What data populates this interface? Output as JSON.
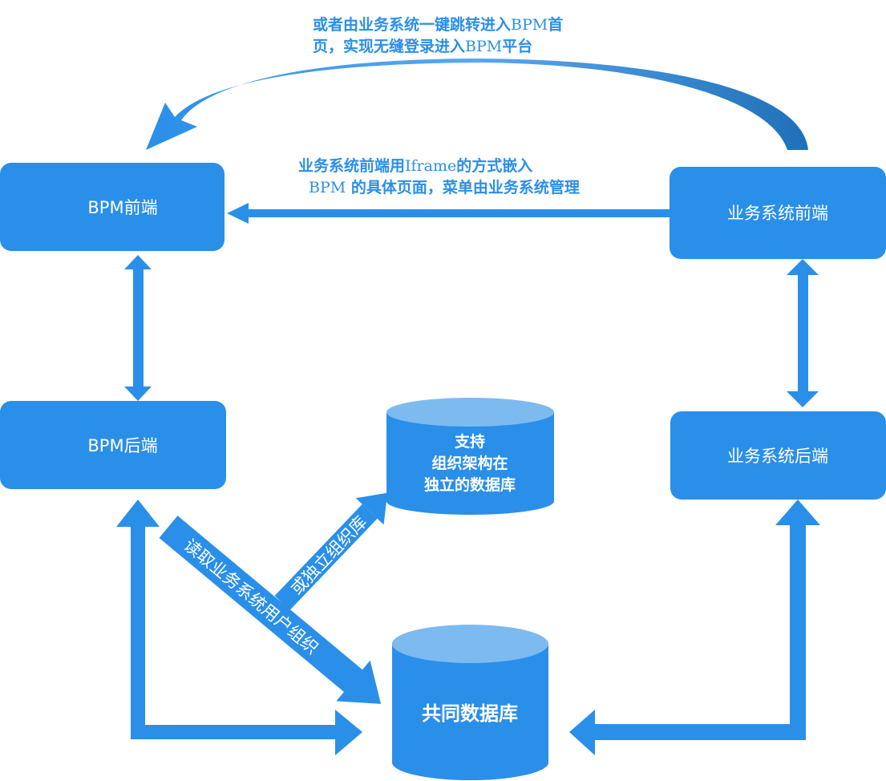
{
  "colors": {
    "primary": "#2a8fe8",
    "cylinder_top": "#7dbaf0",
    "text_on_fill": "#ffffff"
  },
  "nodes": {
    "bpm_frontend": "BPM前端",
    "bpm_backend": "BPM后端",
    "biz_frontend": "业务系统前端",
    "biz_backend": "业务系统后端"
  },
  "databases": {
    "independent": [
      "支持",
      "组织架构在",
      "独立的数据库"
    ],
    "shared": "共同数据库"
  },
  "notes": {
    "top_line1_a": "或者由业务系统一键跳转进入",
    "top_line1_b": "BPM",
    "top_line1_c": "首",
    "top_line2_a": "页，实现无缝登录进入",
    "top_line2_b": "BPM",
    "top_line2_c": "平台",
    "iframe_line1_a": "业务系统前端用",
    "iframe_line1_b": "Iframe",
    "iframe_line1_c": "的方式嵌入",
    "iframe_line2_a": "BPM",
    "iframe_line2_b": " 的具体页面，菜单由业务系统管理"
  },
  "arrow_labels": {
    "read_org": "读取业务系统用户组织",
    "independent_org": "或独立组织库"
  }
}
